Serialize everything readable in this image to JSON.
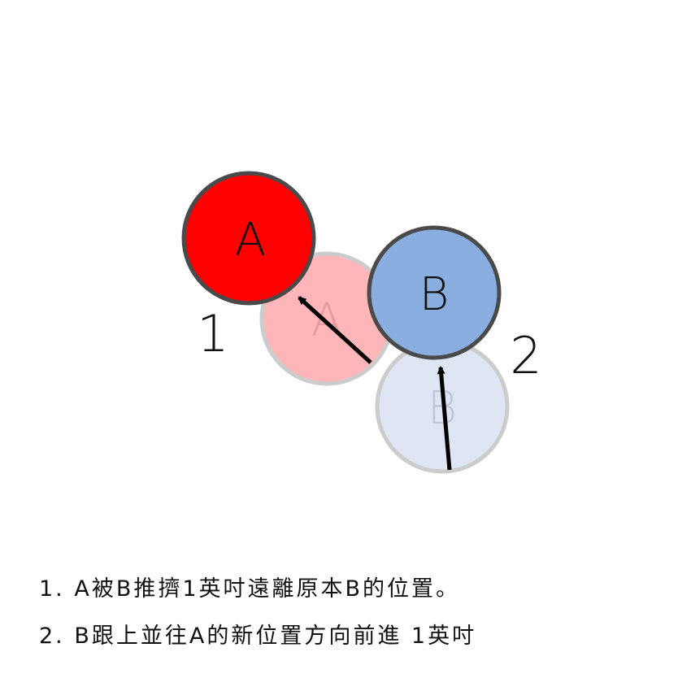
{
  "pieces": {
    "a_old": {
      "label": "A",
      "fill": "#ffb6b9",
      "stroke": "#cccccc",
      "text_color": "#e59aa0"
    },
    "b_old": {
      "label": "B",
      "fill": "#dee6f4",
      "stroke": "#cccccc",
      "text_color": "#bfc7d6"
    },
    "a_new": {
      "label": "A",
      "fill": "#ff0000",
      "stroke": "#4a4a4a",
      "text_color": "#111111"
    },
    "b_new": {
      "label": "B",
      "fill": "#8aaee0",
      "stroke": "#4a4a4a",
      "text_color": "#111111"
    }
  },
  "step_numbers": {
    "first": "1",
    "second": "2"
  },
  "arrow_color": "#000000",
  "captions": [
    "1. A被B推擠1英吋遠離原本B的位置。",
    "2. B跟上並往A的新位置方向前進 1英吋"
  ]
}
